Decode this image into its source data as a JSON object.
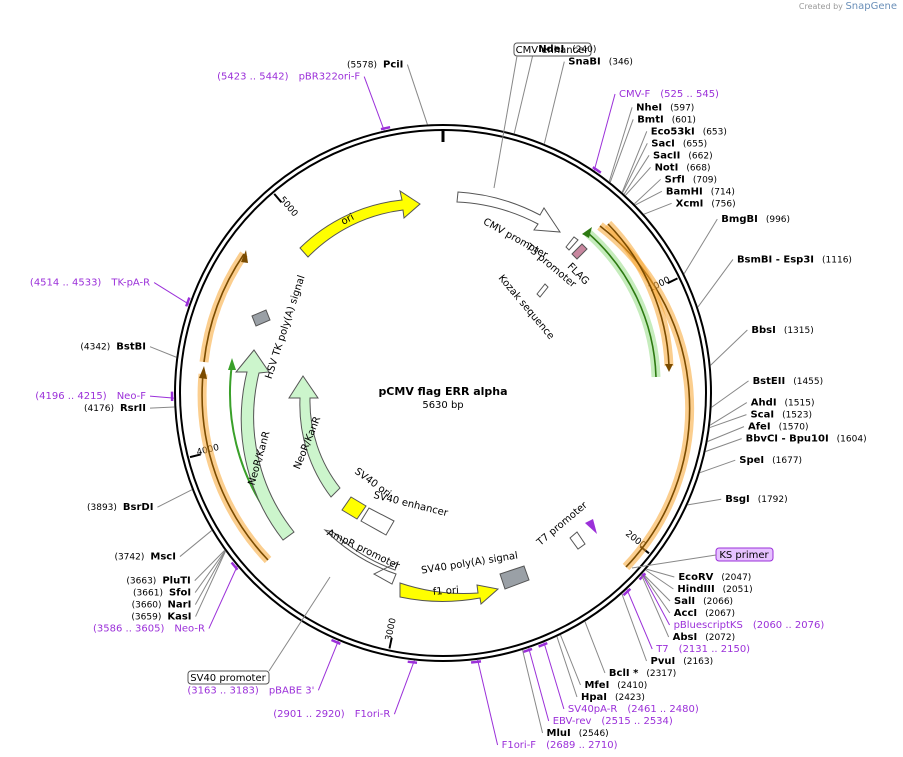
{
  "watermark": {
    "created_by": "Created by",
    "brand": "SnapGene"
  },
  "plasmid": {
    "name": "pCMV flag ERR alpha",
    "length_label": "5630 bp",
    "length": 5630
  },
  "tick_labels": [
    {
      "text": "1000",
      "pos": 1000
    },
    {
      "text": "2000",
      "pos": 2000
    },
    {
      "text": "3000",
      "pos": 3000
    },
    {
      "text": "4000",
      "pos": 4000
    },
    {
      "text": "5000",
      "pos": 5000
    }
  ],
  "sites": [
    {
      "name": "PciI",
      "pos_text": "(5578)",
      "pos": 5578,
      "side": "left"
    },
    {
      "name": "NdeI",
      "pos_text": "(240)",
      "pos": 240,
      "side": "right"
    },
    {
      "name": "SnaBI",
      "pos_text": "(346)",
      "pos": 346,
      "side": "right"
    },
    {
      "name": "NheI",
      "pos_text": "(597)",
      "pos": 597,
      "side": "right"
    },
    {
      "name": "BmtI",
      "pos_text": "(601)",
      "pos": 601,
      "side": "right"
    },
    {
      "name": "Eco53kI",
      "pos_text": "(653)",
      "pos": 653,
      "side": "right"
    },
    {
      "name": "SacI",
      "pos_text": "(655)",
      "pos": 655,
      "side": "right"
    },
    {
      "name": "SacII",
      "pos_text": "(662)",
      "pos": 662,
      "side": "right"
    },
    {
      "name": "NotI",
      "pos_text": "(668)",
      "pos": 668,
      "side": "right"
    },
    {
      "name": "SrfI",
      "pos_text": "(709)",
      "pos": 709,
      "side": "right"
    },
    {
      "name": "BamHI",
      "pos_text": "(714)",
      "pos": 714,
      "side": "right"
    },
    {
      "name": "XcmI",
      "pos_text": "(756)",
      "pos": 756,
      "side": "right"
    },
    {
      "name": "BmgBI",
      "pos_text": "(996)",
      "pos": 996,
      "side": "right"
    },
    {
      "name": "BsmBI   - Esp3I",
      "pos_text": "(1116)",
      "pos": 1116,
      "side": "right"
    },
    {
      "name": "BbsI",
      "pos_text": "(1315)",
      "pos": 1315,
      "side": "right"
    },
    {
      "name": "BstEII",
      "pos_text": "(1455)",
      "pos": 1455,
      "side": "right"
    },
    {
      "name": "AhdI",
      "pos_text": "(1515)",
      "pos": 1515,
      "side": "right"
    },
    {
      "name": "ScaI",
      "pos_text": "(1523)",
      "pos": 1523,
      "side": "right"
    },
    {
      "name": "AfeI",
      "pos_text": "(1570)",
      "pos": 1570,
      "side": "right"
    },
    {
      "name": "BbvCI   - Bpu10I",
      "pos_text": "(1604)",
      "pos": 1604,
      "side": "right"
    },
    {
      "name": "SpeI",
      "pos_text": "(1677)",
      "pos": 1677,
      "side": "right"
    },
    {
      "name": "BsgI",
      "pos_text": "(1792)",
      "pos": 1792,
      "side": "right"
    },
    {
      "name": "EcoRV",
      "pos_text": "(2047)",
      "pos": 2047,
      "side": "right"
    },
    {
      "name": "HindIII",
      "pos_text": "(2051)",
      "pos": 2051,
      "side": "right"
    },
    {
      "name": "SalI",
      "pos_text": "(2066)",
      "pos": 2066,
      "side": "right"
    },
    {
      "name": "AccI",
      "pos_text": "(2067)",
      "pos": 2067,
      "side": "right"
    },
    {
      "name": "AbsI",
      "pos_text": "(2072)",
      "pos": 2072,
      "side": "right"
    },
    {
      "name": "PvuI",
      "pos_text": "(2163)",
      "pos": 2163,
      "side": "right"
    },
    {
      "name": "BclI *",
      "pos_text": "(2317)",
      "pos": 2317,
      "side": "right"
    },
    {
      "name": "MfeI",
      "pos_text": "(2410)",
      "pos": 2410,
      "side": "right"
    },
    {
      "name": "HpaI",
      "pos_text": "(2423)",
      "pos": 2423,
      "side": "right"
    },
    {
      "name": "MluI",
      "pos_text": "(2546)",
      "pos": 2546,
      "side": "right"
    },
    {
      "name": "KasI",
      "pos_text": "(3659)",
      "pos": 3659,
      "side": "left"
    },
    {
      "name": "NarI",
      "pos_text": "(3660)",
      "pos": 3660,
      "side": "left"
    },
    {
      "name": "SfoI",
      "pos_text": "(3661)",
      "pos": 3661,
      "side": "left"
    },
    {
      "name": "PluTI",
      "pos_text": "(3663)",
      "pos": 3663,
      "side": "left"
    },
    {
      "name": "MscI",
      "pos_text": "(3742)",
      "pos": 3742,
      "side": "left"
    },
    {
      "name": "BsrDI",
      "pos_text": "(3893)",
      "pos": 3893,
      "side": "left"
    },
    {
      "name": "RsrII",
      "pos_text": "(4176)",
      "pos": 4176,
      "side": "left"
    },
    {
      "name": "BstBI",
      "pos_text": "(4342)",
      "pos": 4342,
      "side": "left"
    }
  ],
  "primers": [
    {
      "name": "pBR322ori-F",
      "range": "(5423 .. 5442)",
      "start": 5423,
      "end": 5442,
      "side": "left"
    },
    {
      "name": "CMV-F",
      "range": "(525 .. 545)",
      "start": 525,
      "end": 545,
      "side": "right"
    },
    {
      "name": "pBluescriptKS",
      "range": "(2060 .. 2076)",
      "start": 2060,
      "end": 2076,
      "side": "right"
    },
    {
      "name": "T7",
      "range": "(2131 .. 2150)",
      "start": 2131,
      "end": 2150,
      "side": "right"
    },
    {
      "name": "SV40pA-R",
      "range": "(2461 .. 2480)",
      "start": 2461,
      "end": 2480,
      "side": "right"
    },
    {
      "name": "EBV-rev",
      "range": "(2515 .. 2534)",
      "start": 2515,
      "end": 2534,
      "side": "right"
    },
    {
      "name": "F1ori-F",
      "range": "(2689 .. 2710)",
      "start": 2689,
      "end": 2710,
      "side": "right"
    },
    {
      "name": "F1ori-R",
      "range": "(2901 .. 2920)",
      "start": 2901,
      "end": 2920,
      "side": "left"
    },
    {
      "name": "pBABE 3'",
      "range": "(3163 .. 3183)",
      "start": 3163,
      "end": 3183,
      "side": "left"
    },
    {
      "name": "Neo-R",
      "range": "(3586 .. 3605)",
      "start": 3586,
      "end": 3605,
      "side": "left"
    },
    {
      "name": "Neo-F",
      "range": "(4196 .. 4215)",
      "start": 4196,
      "end": 4215,
      "side": "left"
    },
    {
      "name": "TK-pA-R",
      "range": "(4514 .. 4533)",
      "start": 4514,
      "end": 4533,
      "side": "left"
    }
  ],
  "boxed_labels": [
    {
      "text": "CMV enhancer"
    },
    {
      "text": "KS primer"
    },
    {
      "text": "SV40 promoter"
    }
  ],
  "features": [
    {
      "label": "ori",
      "color": "#ffff00"
    },
    {
      "label": "CMV promoter",
      "color": "#ffffff"
    },
    {
      "label": "T3 promoter",
      "color": "#ffffff"
    },
    {
      "label": "FLAG",
      "color": "#c8879f"
    },
    {
      "label": "Kozak sequence",
      "color": "#ffffff"
    },
    {
      "label": "HSV TK poly(A) signal",
      "color": "#9aa0a6"
    },
    {
      "label": "NeoR/KanR",
      "color": "#ccf5cc"
    },
    {
      "label": "NeoR/KanR",
      "color": "#ccf5cc"
    },
    {
      "label": "SV40 ori",
      "color": "#ffff00"
    },
    {
      "label": "SV40 enhancer",
      "color": "#ffffff"
    },
    {
      "label": "AmpR promoter",
      "color": "#ffffff"
    },
    {
      "label": "SV40 poly(A) signal",
      "color": "#9aa0a6"
    },
    {
      "label": "f1 ori",
      "color": "#ffff00"
    },
    {
      "label": "T7 promoter",
      "color": "#ffffff"
    }
  ],
  "colors": {
    "primer": "#9b30d9",
    "orf_orange": "#f7a531",
    "orf_green": "#3aa02a",
    "ks_box": "#e6c2ff"
  }
}
